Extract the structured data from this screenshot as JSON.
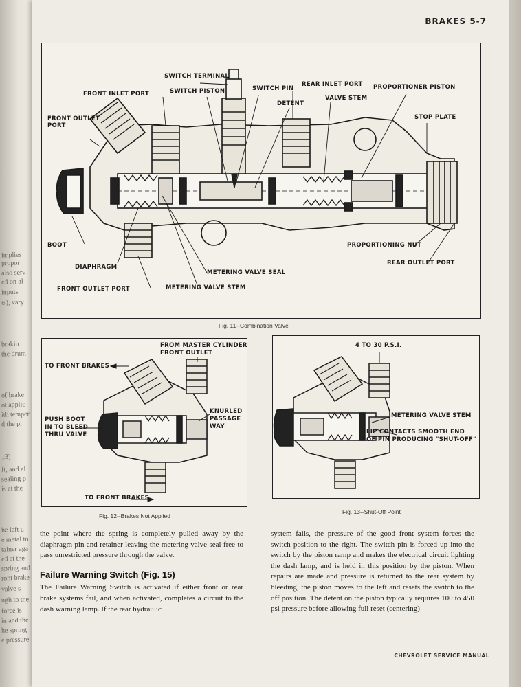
{
  "header": {
    "title": "BRAKES 5-7"
  },
  "figure11": {
    "caption": "Fig. 11--Combination Valve",
    "labels": {
      "switch_terminal": "SWITCH TERMINAL",
      "front_inlet_port": "FRONT INLET PORT",
      "switch_piston": "SWITCH PISTON",
      "switch_pin": "SWITCH PIN",
      "rear_inlet_port": "REAR INLET PORT",
      "proportioner_piston": "PROPORTIONER PISTON",
      "detent": "DETENT",
      "valve_stem": "VALVE STEM",
      "front_outlet_port_top": "FRONT OUTLET PORT",
      "stop_plate": "STOP PLATE",
      "boot": "BOOT",
      "diaphragm": "DIAPHRAGM",
      "metering_valve_seal": "METERING VALVE SEAL",
      "front_outlet_port_bottom": "FRONT OUTLET PORT",
      "metering_valve_stem": "METERING VALVE STEM",
      "proportioning_nut": "PROPORTIONING NUT",
      "rear_outlet_port": "REAR OUTLET PORT"
    }
  },
  "figure12": {
    "caption": "Fig. 12--Brakes Not Applied",
    "labels": {
      "from_master_cylinder": "FROM MASTER CYLINDER",
      "front_outlet": "FRONT OUTLET",
      "to_front_brakes_top": "TO FRONT BRAKES",
      "knurled": "KNURLED",
      "passage": "PASSAGE",
      "way": "WAY",
      "push_boot_1": "PUSH BOOT",
      "push_boot_2": "IN TO BLEED",
      "push_boot_3": "THRU VALVE",
      "to_front_brakes_bottom": "TO FRONT BRAKES"
    }
  },
  "figure13": {
    "caption": "Fig. 13--Shut-Off Point",
    "labels": {
      "psi": "4 TO 30 P.S.I.",
      "metering_valve_stem": "METERING VALVE STEM",
      "lip_1": "LIP CONTACTS SMOOTH END",
      "lip_2": "OF PIN PRODUCING \"SHUT-OFF\""
    }
  },
  "body": {
    "left_para": "the point where the spring is completely pulled away by the diaphragm pin and retainer leaving the metering valve seal free to pass unrestricted pressure through the valve.",
    "heading": "Failure Warning Switch (Fig. 15)",
    "left_para2": "The Failure Warning Switch is activated if either front or rear brake systems fail, and when activated, completes a circuit to the dash warning lamp. If the rear hydraulic",
    "right_para": "system fails, the pressure of the good front system forces the switch position to the right. The switch pin is forced up into the switch by the piston ramp and makes the electrical circuit lighting the dash lamp, and is held in this position by the piston. When repairs are made and pressure is returned to the rear system by bleeding, the piston moves to the left and resets the switch to the off position. The detent on the piston typically requires 100 to 450 psi pressure before allowing full reset (centering)"
  },
  "footer": {
    "text": "CHEVROLET SERVICE MANUAL"
  },
  "spine_fragments": [
    "implies",
    "propor",
    "also serv",
    "ed on al",
    "inputs",
    "ts), vary",
    "brakin",
    "the drum",
    "of brake",
    "ot applic",
    "ith temper",
    "d the pi",
    "13)",
    "ft, and al",
    "sealing p",
    "is at the",
    "he left u",
    "e metal to",
    "tainer aga",
    "ed at the",
    "spring and",
    "ront brake",
    "valve s",
    "ugh to the",
    "force is",
    "in and the",
    "he spring",
    "e pressure"
  ]
}
